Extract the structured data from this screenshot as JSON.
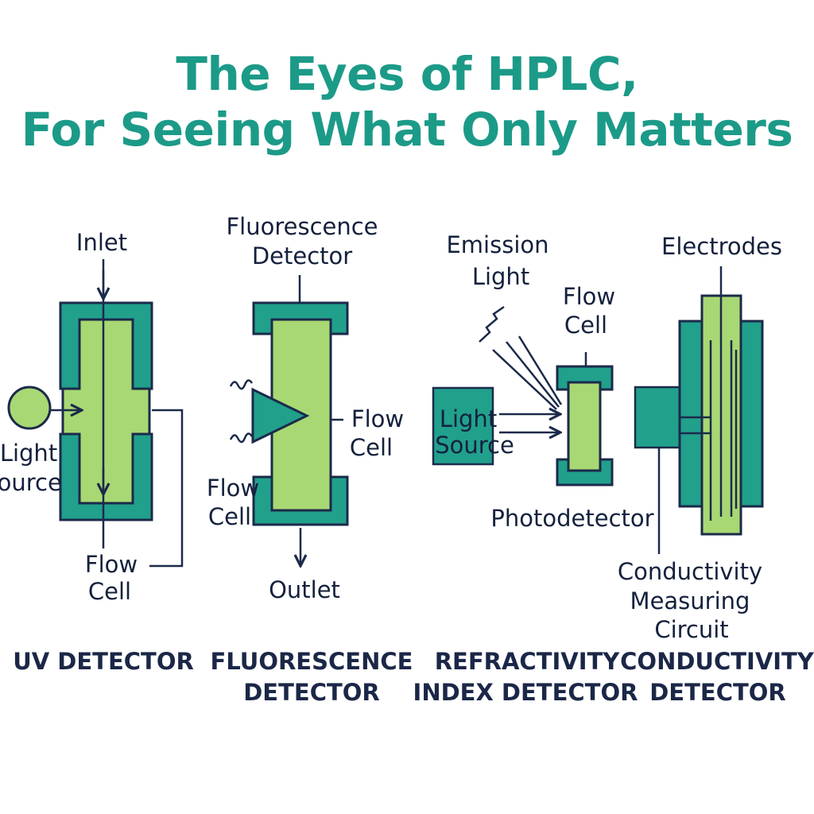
{
  "title": {
    "line1": "The Eyes of HPLC,",
    "line2": "For Seeing What Only Matters"
  },
  "colors": {
    "title": "#1c9a88",
    "dark_teal": "#21a08c",
    "light_green": "#a8d873",
    "outline": "#1b2a4a",
    "caption": "#1b2747"
  },
  "uv": {
    "inlet": "Inlet",
    "light_source_1": "Light",
    "light_source_2": "Source",
    "flow_cell_1": "Flow",
    "flow_cell_2": "Cell",
    "caption": "UV DETECTOR"
  },
  "fluorescence": {
    "detector_1": "Fluorescence",
    "detector_2": "Detector",
    "flow_cell_right_1": "Flow",
    "flow_cell_right_2": "Cell",
    "flow_cell_left_1": "Flow",
    "flow_cell_left_2": "Cell",
    "outlet": "Outlet",
    "caption_1": "FLUORESCENCE",
    "caption_2": "DETECTOR"
  },
  "refractive": {
    "emission_1": "Emission",
    "emission_2": "Light",
    "flow_cell_1": "Flow",
    "flow_cell_2": "Cell",
    "light_source_1": "Light",
    "light_source_2": "Source",
    "photodetector": "Photodetector",
    "caption_1": "REFRACTIVITY",
    "caption_2": "INDEX DETECTOR"
  },
  "conductivity": {
    "electrodes": "Electrodes",
    "circuit_1": "Conductivity",
    "circuit_2": "Measuring",
    "circuit_3": "Circuit",
    "caption_1": "CONDUCTIVITY",
    "caption_2": "DETECTOR"
  }
}
